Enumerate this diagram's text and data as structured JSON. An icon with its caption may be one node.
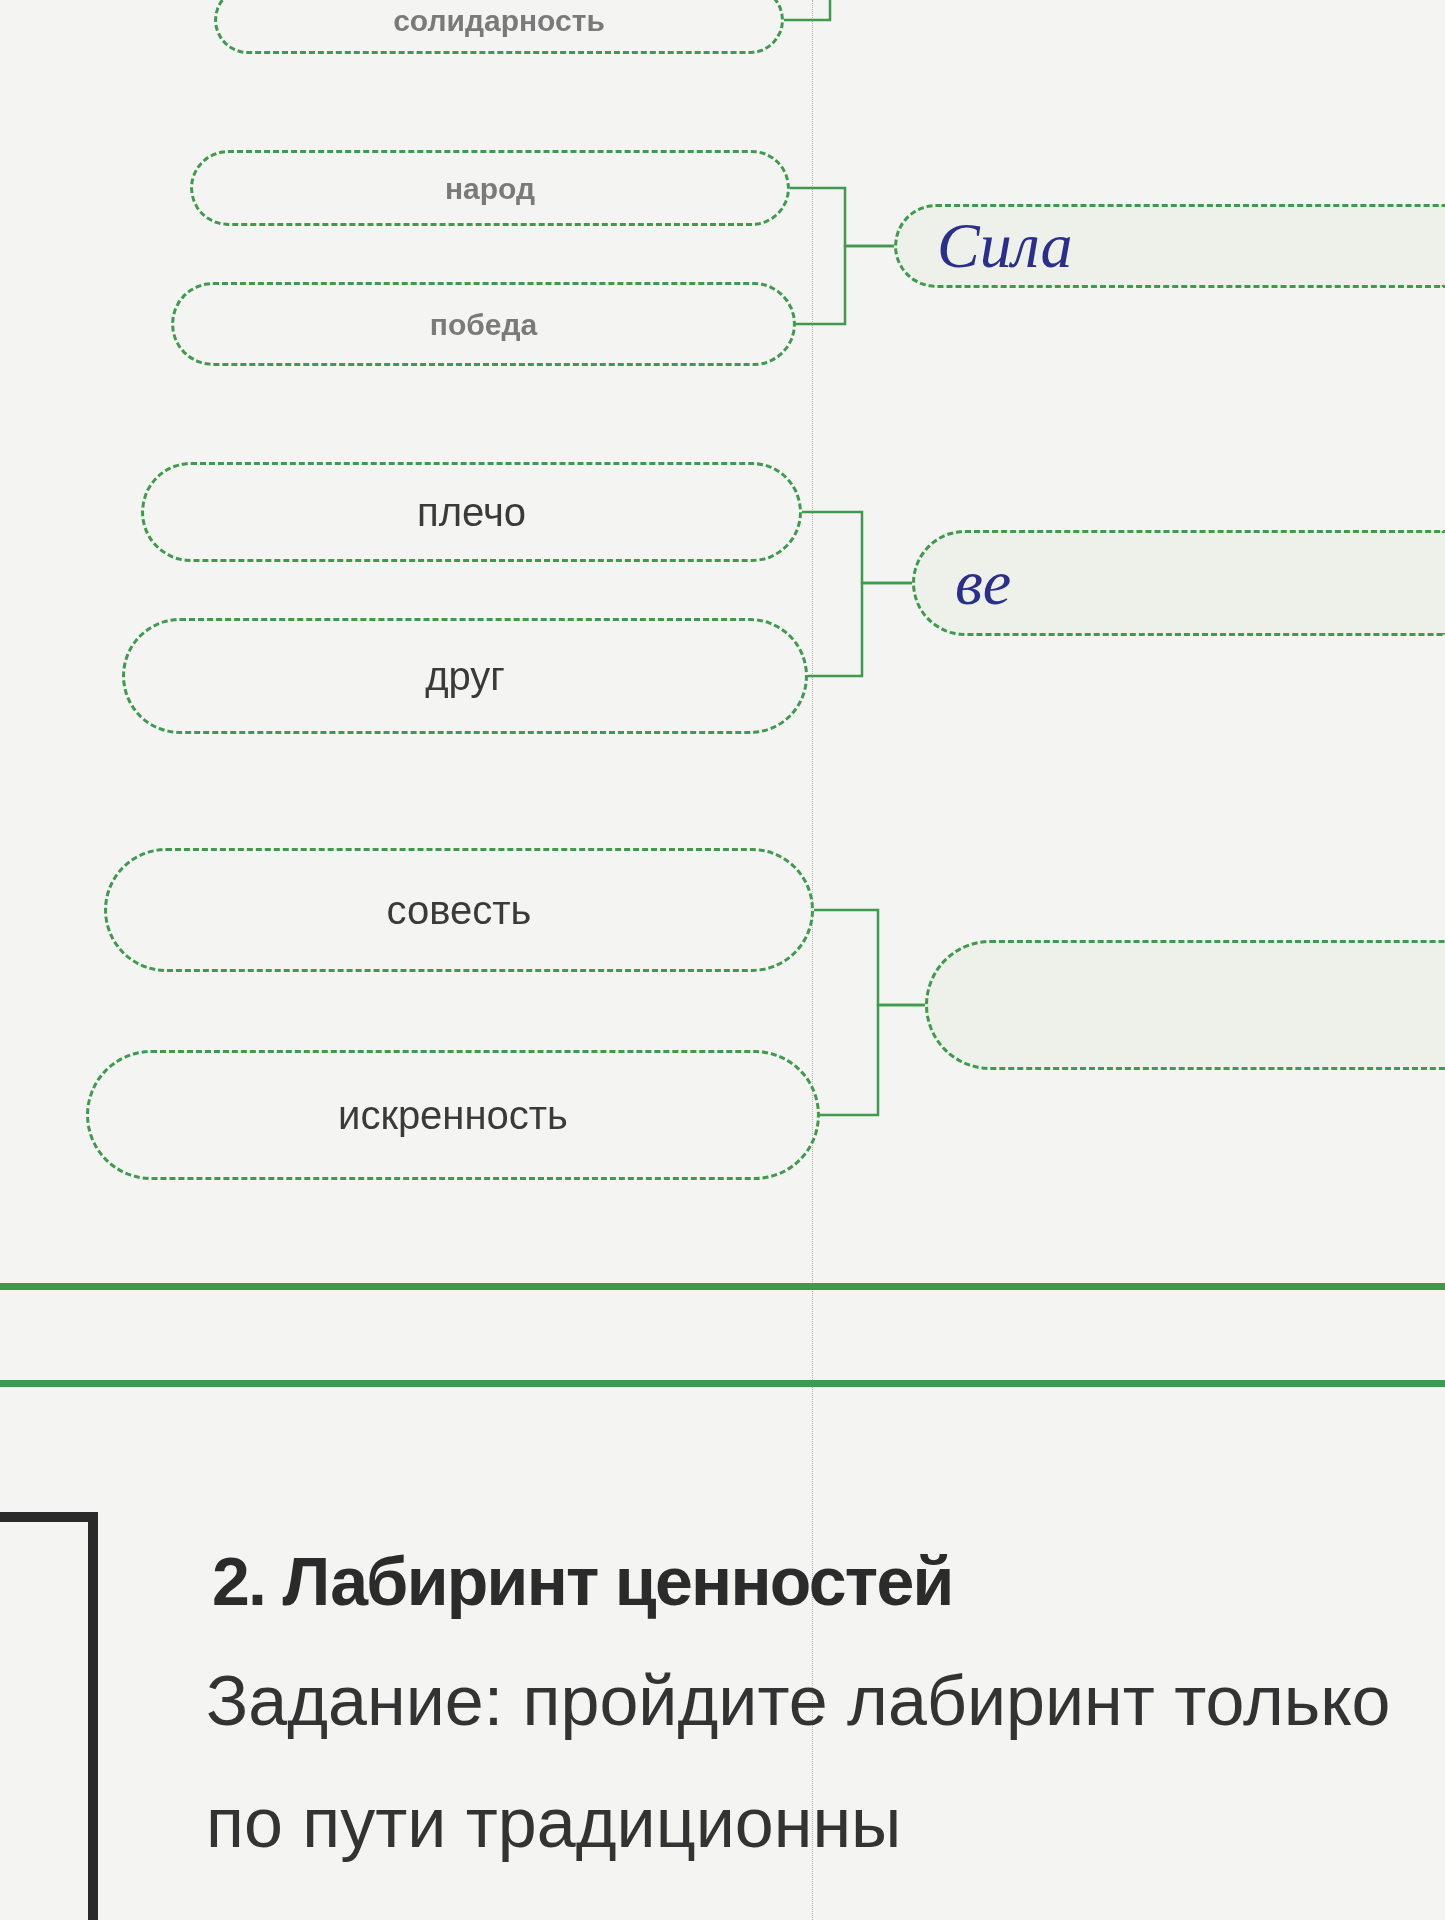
{
  "diagram": {
    "title": "2. Лабиринт ценностей",
    "nodes": [
      {
        "text": [
          "солидарность"
        ]
      },
      {
        "text": [
          "народ"
        ]
      },
      {
        "text": [
          "победа"
        ]
      },
      {
        "text": [
          "Сила"
        ]
      },
      {
        "text": [
          "плечо"
        ]
      },
      {
        "text": [
          "друг"
        ]
      },
      {
        "text": [
          "ве"
        ]
      },
      {
        "text": [
          "совесть"
        ]
      },
      {
        "text": [
          "искренность"
        ]
      },
      {
        "text": [],
        "shape": "box"
      }
    ],
    "edges": [
      {
        "from": 0,
        "to": null,
        "arrow": "none"
      },
      {
        "from": 1,
        "to": 3,
        "arrow": "none"
      },
      {
        "from": 2,
        "to": 3,
        "arrow": "none"
      },
      {
        "from": 4,
        "to": 6,
        "arrow": "none"
      },
      {
        "from": 5,
        "to": 6,
        "arrow": "none"
      },
      {
        "from": 7,
        "to": 9,
        "arrow": "none"
      },
      {
        "from": 8,
        "to": 9,
        "arrow": "none"
      }
    ],
    "labels": [
      "Задание: пройдите лабиринт только по пути традиционны"
    ]
  }
}
